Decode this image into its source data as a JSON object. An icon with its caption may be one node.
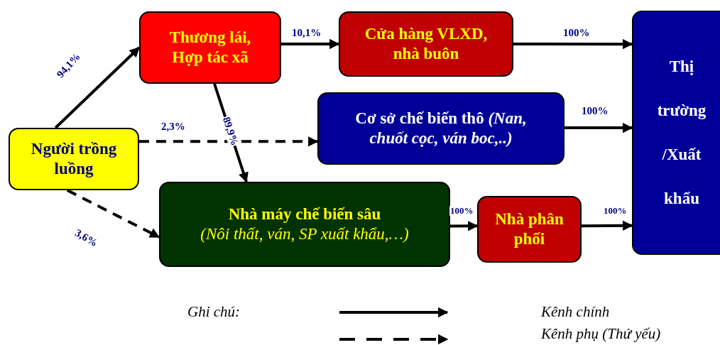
{
  "diagram": {
    "nodes": [
      {
        "text": [
          "Người trồng luồng"
        ]
      },
      {
        "text": [
          "Thương lái, Hợp tác xã"
        ]
      },
      {
        "text": [
          "Cửa hàng VLXD, nhà buôn"
        ]
      },
      {
        "text": [
          "Cơ sở chế biến thô *(Nan, chuốt cọc, ván boc,..)*"
        ]
      },
      {
        "text": [
          "Thị trường /Xuất khẩu"
        ]
      },
      {
        "text": [
          "Nhà máy chế biến sâu",
          "(Nôi thất, ván, SP xuất khẩu,…)"
        ]
      },
      {
        "text": [
          "Nhà phân phối"
        ]
      }
    ],
    "edges": [
      {
        "from": 0,
        "to": 1,
        "arrow": "to",
        "label": "94,1%"
      },
      {
        "from": 1,
        "to": 2,
        "arrow": "to",
        "label": "10,1%"
      },
      {
        "from": 2,
        "to": 4,
        "arrow": "to",
        "label": "100%"
      },
      {
        "from": 0,
        "to": 3,
        "arrow": "to",
        "label": "2,3%",
        "style": "dashed"
      },
      {
        "from": 3,
        "to": 4,
        "arrow": "to",
        "label": "100%"
      },
      {
        "from": 1,
        "to": 5,
        "arrow": "to",
        "label": "89,9%"
      },
      {
        "from": 0,
        "to": 5,
        "arrow": "to",
        "label": "3,6%",
        "style": "dashed"
      },
      {
        "from": 5,
        "to": 6,
        "arrow": "to",
        "label": "100%"
      },
      {
        "from": 6,
        "to": 4,
        "arrow": "to",
        "label": "100%"
      }
    ],
    "labels": [
      "Ghi chú:"
    ],
    "legend": [
      {
        "text": "Kênh chính"
      },
      {
        "text": "Kênh phụ (Thứ yếu)"
      }
    ]
  }
}
